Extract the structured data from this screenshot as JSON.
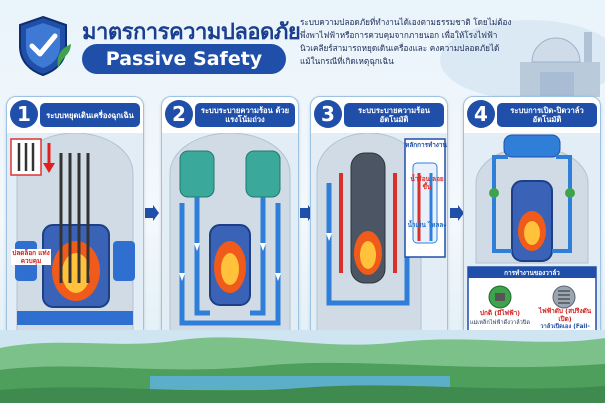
{
  "header": {
    "title_th": "มาตรการความปลอดภัย",
    "title_en": "Passive Safety",
    "description": "ระบบความปลอดภัยที่ทำงานได้เองตามธรรมชาติ โดยไม่ต้องพึ่งพาไฟฟ้าหรือการควบคุมจากภายนอก เพื่อให้โรงไฟฟ้านิวเคลียร์สามารถหยุดเดินเครื่องและ คงความปลอดภัยได้ แม้ในกรณีที่เกิดเหตุฉุกเฉิน"
  },
  "panels": [
    {
      "number": "1",
      "label": "ระบบหยุดเดินเครื่องฉุกเฉิน",
      "callout": "ปลดล็อก แท่งควบคุม"
    },
    {
      "number": "2",
      "label": "ระบบระบายความร้อน ด้วยแรงโน้มถ่วง"
    },
    {
      "number": "3",
      "label": "ระบบระบายความร้อน อัตโนมัติ",
      "inset_title": "หลักการทำงาน",
      "inset_hot": "น้ำร้อน ลอยขึ้น",
      "inset_cold": "น้ำเย็น ไหลลง"
    },
    {
      "number": "4",
      "label": "ระบบการเปิด-ปิดวาล์วอัตโนมัติ",
      "valve_title": "การทำงานของวาล์ว",
      "valve_normal": "ปกติ (มีไฟฟ้า)",
      "valve_normal_note": "แม่เหล็กไฟฟ้าดึงวาล์วปิด",
      "valve_fail": "ไฟฟ้าดับ (สปริงดันเปิด)",
      "valve_fail_note": "วาล์วเปิดเอง (Fail-Open)"
    }
  ],
  "colors": {
    "brand": "#1f4fa8",
    "hot": "#f05a1a",
    "cool": "#2f7fd8"
  }
}
